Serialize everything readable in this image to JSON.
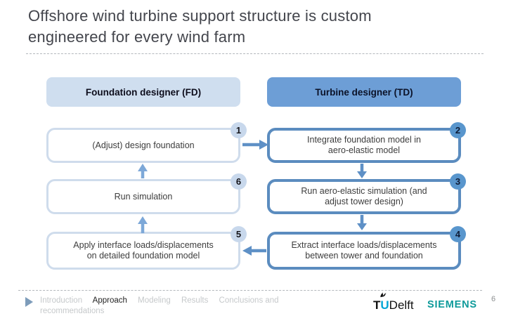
{
  "slide": {
    "title_line1": "Offshore wind turbine support structure is custom",
    "title_line2": "engineered for every wind farm",
    "page_number": "6"
  },
  "columns": {
    "foundation_designer": "Foundation designer (FD)",
    "turbine_designer": "Turbine designer (TD)"
  },
  "flow": {
    "left_boxes": [
      {
        "step": "1",
        "label": "(Adjust) design foundation"
      },
      {
        "step": "6",
        "label": "Run simulation"
      },
      {
        "step": "5",
        "label": "Apply interface loads/displacements on detailed foundation model"
      }
    ],
    "right_boxes": [
      {
        "step": "2",
        "label": "Integrate foundation model in aero-elastic model"
      },
      {
        "step": "3",
        "label": "Run aero-elastic simulation (and adjust tower design)"
      },
      {
        "step": "4",
        "label": "Extract interface loads/displacements between tower and foundation"
      }
    ],
    "sequence": [
      "1",
      "2",
      "3",
      "4",
      "5",
      "6"
    ]
  },
  "footer": {
    "nav_items": [
      {
        "label": "Introduction",
        "active": false
      },
      {
        "label": "Approach",
        "active": true
      },
      {
        "label": "Modeling",
        "active": false
      },
      {
        "label": "Results",
        "active": false
      },
      {
        "label": "Conclusions and recommendations",
        "active": false
      }
    ],
    "logos": {
      "tudelft_t": "T",
      "tudelft_u": "U",
      "tudelft_rest": "Delft",
      "siemens": "SIEMENS"
    }
  },
  "colors": {
    "fd_header_bg": "#cfdeef",
    "td_header_bg": "#6d9ed6",
    "left_box_border": "#cfdcec",
    "right_box_border": "#5b8cbf",
    "left_badge_bg": "#c8d8ec",
    "right_badge_bg": "#5996cd",
    "arrow_blue": "#5e90c6",
    "arrow_light_blue": "#7da8d8",
    "siemens_teal": "#0d9a9a",
    "tudelft_cyan": "#00a6d6",
    "title_text": "#43454c",
    "nav_inactive": "#c6c9cb"
  }
}
